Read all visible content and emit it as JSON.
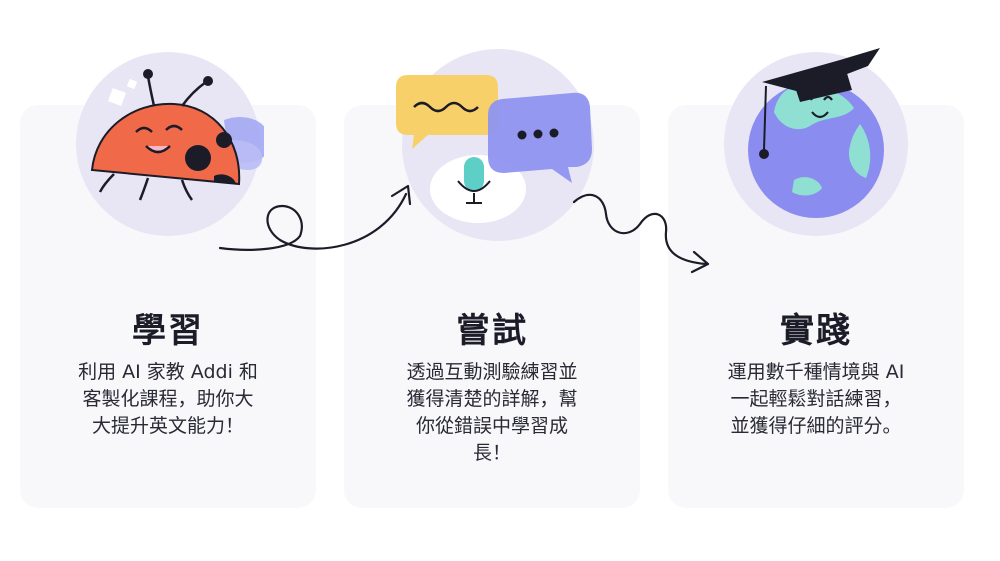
{
  "steps": [
    {
      "title": "學習",
      "description_lines": [
        "利用 AI 家教 Addi 和",
        "客製化課程，助你大",
        "大提升英文能力！"
      ],
      "icon": "ladybug-icon"
    },
    {
      "title": "嘗試",
      "description_lines": [
        "透過互動測驗練習並",
        "獲得清楚的詳解，幫",
        "你從錯誤中學習成",
        "長！"
      ],
      "icon": "chat-bubbles-microphone-icon"
    },
    {
      "title": "實踐",
      "description_lines": [
        "運用數千種情境與 AI",
        "一起輕鬆對話練習，",
        "並獲得仔細的評分。"
      ],
      "icon": "graduation-globe-icon"
    }
  ],
  "colors": {
    "card_background": "#f8f8fb",
    "circle_background": "#e8e6f5",
    "ladybug_red": "#f06a4a",
    "bubble_yellow": "#f8d06a",
    "bubble_purple": "#8f93f0",
    "mic_teal": "#5ecfc6",
    "globe_purple": "#8b8cf0",
    "globe_teal": "#8fe0d2",
    "cap_black": "#1c1c28"
  }
}
